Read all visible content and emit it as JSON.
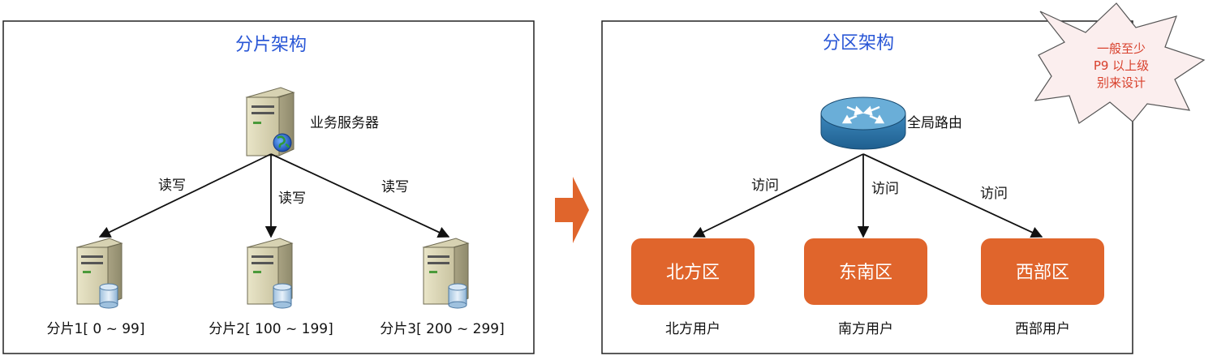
{
  "left_panel": {
    "title": "分片架构",
    "server_label": "业务服务器",
    "edge_labels": [
      "读写",
      "读写",
      "读写"
    ],
    "shards": [
      {
        "label": "分片1[ 0 ~ 99]"
      },
      {
        "label": "分片2[ 100 ~ 199]"
      },
      {
        "label": "分片3[ 200 ~ 299]"
      }
    ]
  },
  "right_panel": {
    "title": "分区架构",
    "router_label": "全局路由",
    "edge_labels": [
      "访问",
      "访问",
      "访问"
    ],
    "regions": [
      {
        "name": "北方区",
        "users": "北方用户"
      },
      {
        "name": "东南区",
        "users": "南方用户"
      },
      {
        "name": "西部区",
        "users": "西部用户"
      }
    ]
  },
  "callout": {
    "lines": [
      "一般至少",
      "P9 以上级",
      "别来设计"
    ]
  },
  "colors": {
    "title_blue": "#2a57d6",
    "region_orange": "#e0652c",
    "arrow_orange": "#e0652c",
    "callout_red": "#d8402c",
    "callout_fill": "#fbeeee",
    "router_blue": "#2f7bb0"
  }
}
